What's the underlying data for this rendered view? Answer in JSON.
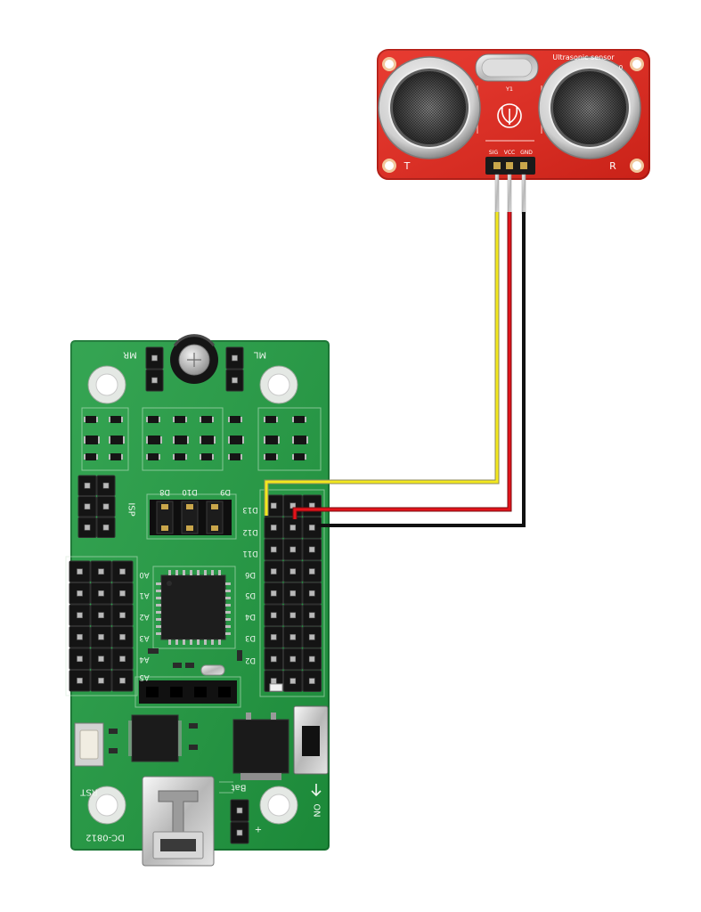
{
  "sensor": {
    "title": "Ultrasonic sensor",
    "version": "0",
    "crystal_label": "Y1",
    "transmitter_label": "T",
    "receiver_label": "R",
    "pin_labels": [
      "SIG",
      "VCC",
      "GND"
    ],
    "pcb_color": "#e5261b"
  },
  "wires": {
    "signal_color": "#f3e81e",
    "power_color": "#e3141b",
    "ground_color": "#111111"
  },
  "controller": {
    "model": "DC-0812",
    "pcb_color": "#1f9b40",
    "motor_labels": [
      "MR",
      "ML"
    ],
    "isp_label": "ISP",
    "jumper_labels": [
      "D8",
      "D10",
      "D9"
    ],
    "digital_labels": [
      "D13",
      "D12",
      "D11",
      "D6",
      "D5",
      "D4",
      "D3",
      "D2"
    ],
    "analog_labels": [
      "A0",
      "A1",
      "A2",
      "A3",
      "A4",
      "A5"
    ],
    "reset_label": "RST",
    "battery_label": "Bat",
    "switch_label": "ON",
    "polarity_label": "+"
  }
}
